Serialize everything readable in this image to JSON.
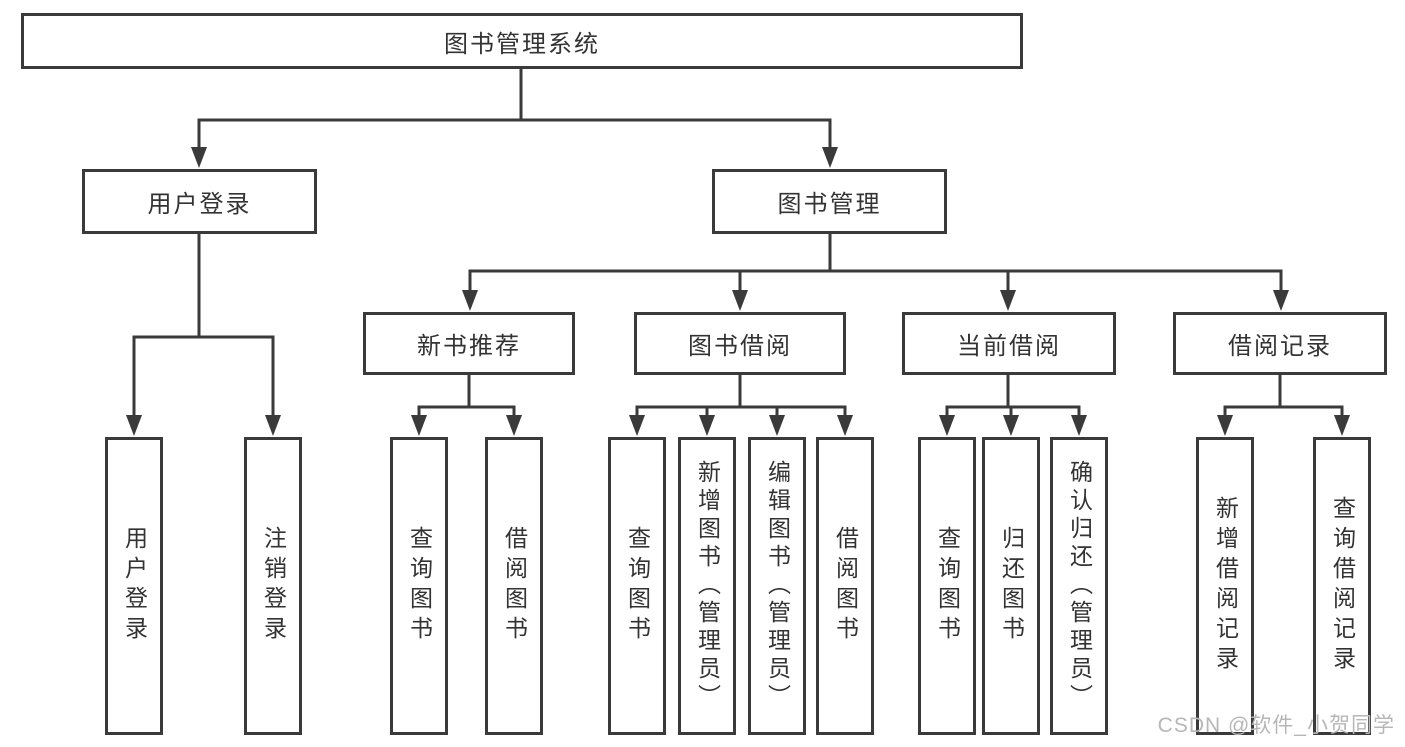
{
  "diagram": {
    "type": "hierarchy-tree",
    "colors": {
      "background": "#ffffff",
      "line": "#3a3a3a",
      "box_border": "#3a3a3a",
      "text": "#333333",
      "watermark": "#b7b7b7"
    },
    "root": {
      "id": "library-management-system",
      "label": "图书管理系统"
    },
    "level2": [
      {
        "id": "user-login",
        "label": "用户登录",
        "parent": "图书管理系统"
      },
      {
        "id": "book-management",
        "label": "图书管理",
        "parent": "图书管理系统"
      }
    ],
    "level3": [
      {
        "id": "new-book-recommend",
        "label": "新书推荐",
        "parent": "图书管理"
      },
      {
        "id": "book-borrow",
        "label": "图书借阅",
        "parent": "图书管理"
      },
      {
        "id": "current-borrow",
        "label": "当前借阅",
        "parent": "图书管理"
      },
      {
        "id": "borrow-records",
        "label": "借阅记录",
        "parent": "图书管理"
      }
    ],
    "leaves": [
      {
        "id": "leaf-user-login",
        "label": "用户登录",
        "parent": "用户登录"
      },
      {
        "id": "leaf-logout",
        "label": "注销登录",
        "parent": "用户登录"
      },
      {
        "id": "leaf-query-books-recommend",
        "label": "查询图书",
        "parent": "新书推荐"
      },
      {
        "id": "leaf-borrow-books-recommend",
        "label": "借阅图书",
        "parent": "新书推荐"
      },
      {
        "id": "leaf-query-books-borrow",
        "label": "查询图书",
        "parent": "图书借阅"
      },
      {
        "id": "leaf-add-books-admin",
        "label": "新增图书（管理员）",
        "parent": "图书借阅"
      },
      {
        "id": "leaf-edit-books-admin",
        "label": "编辑图书（管理员）",
        "parent": "图书借阅"
      },
      {
        "id": "leaf-borrow-books-borrow",
        "label": "借阅图书",
        "parent": "图书借阅"
      },
      {
        "id": "leaf-query-books-current",
        "label": "查询图书",
        "parent": "当前借阅"
      },
      {
        "id": "leaf-return-books",
        "label": "归还图书",
        "parent": "当前借阅"
      },
      {
        "id": "leaf-confirm-return-admin",
        "label": "确认归还（管理员）",
        "parent": "当前借阅"
      },
      {
        "id": "leaf-add-borrow-record",
        "label": "新增借阅记录",
        "parent": "借阅记录"
      },
      {
        "id": "leaf-query-borrow-record",
        "label": "查询借阅记录",
        "parent": "借阅记录"
      }
    ]
  },
  "watermark": {
    "text": "CSDN @软件_小贺同学"
  }
}
